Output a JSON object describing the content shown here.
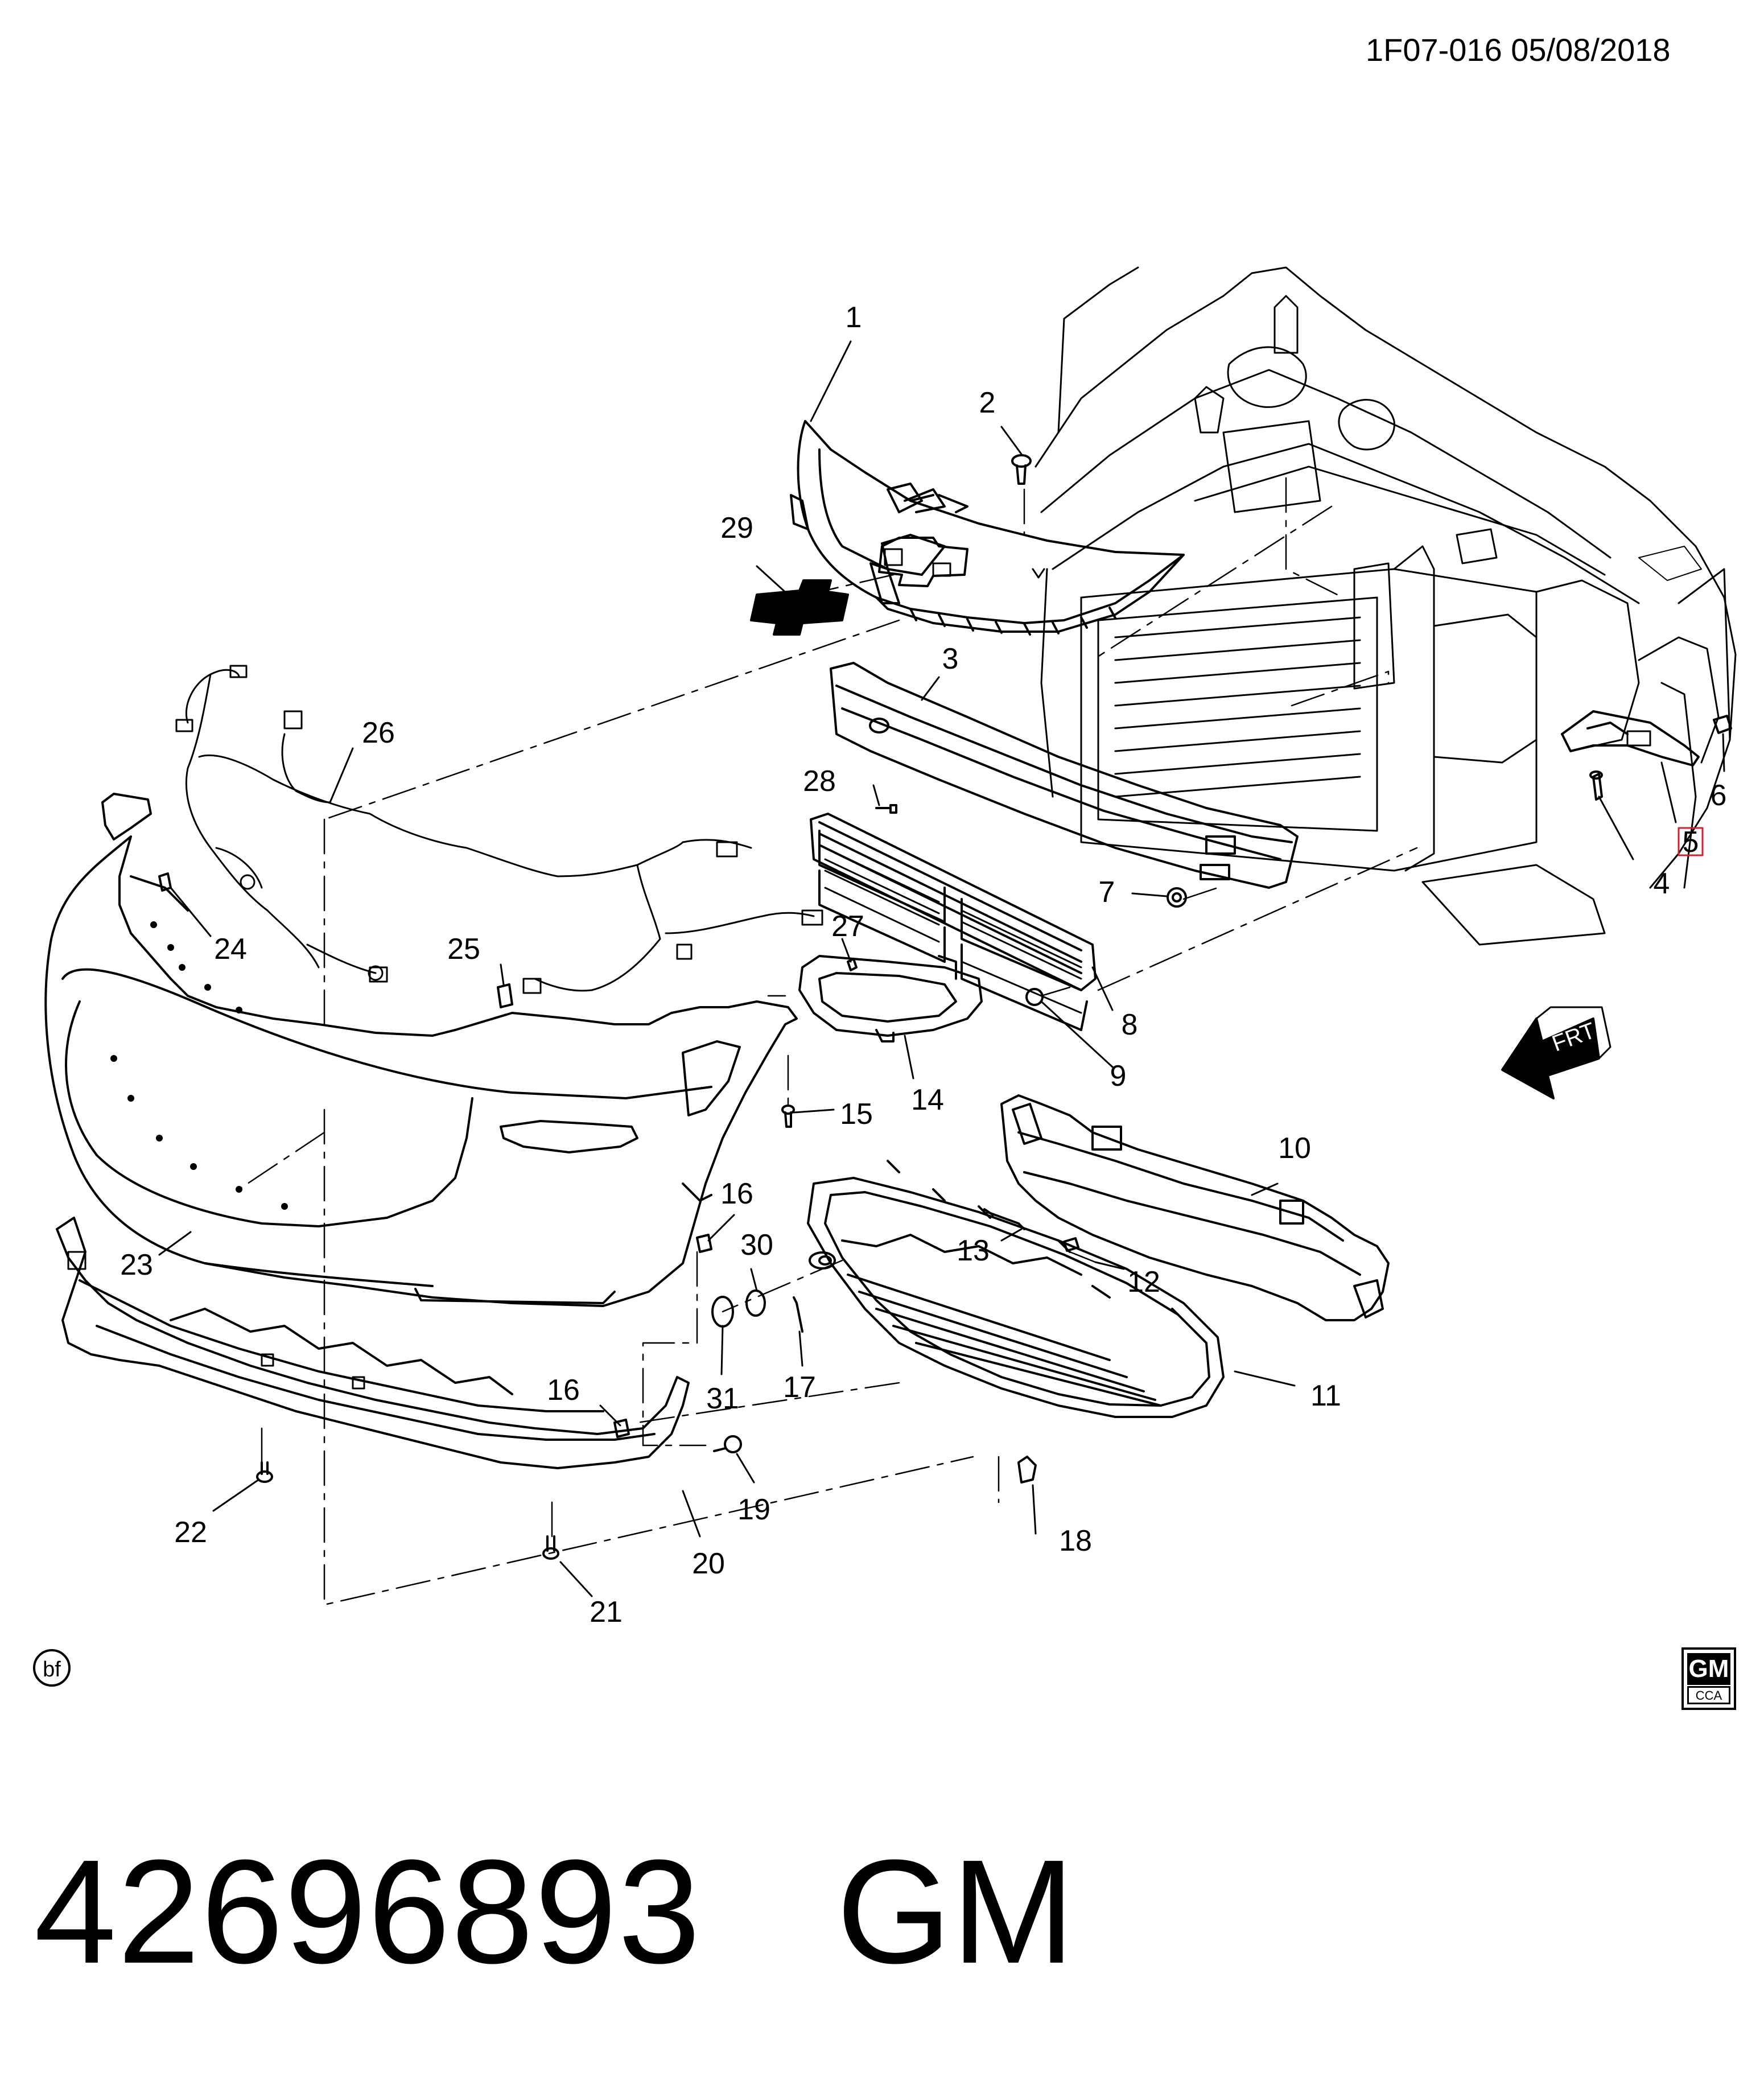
{
  "header": {
    "reference": "1F07-016  05/08/2018"
  },
  "footer": {
    "part_number": "42696893",
    "brand": "GM"
  },
  "badges": {
    "bf": "bf",
    "logo_main": "GM",
    "logo_sub": "CCA",
    "front_arrow": "FRT"
  },
  "callouts": {
    "c1": "1",
    "c2": "2",
    "c3": "3",
    "c4": "4",
    "c5": "5",
    "c6": "6",
    "c7": "7",
    "c8": "8",
    "c9": "9",
    "c10": "10",
    "c11": "11",
    "c12": "12",
    "c13": "13",
    "c14": "14",
    "c15": "15",
    "c16a": "16",
    "c16b": "16",
    "c17": "17",
    "c18": "18",
    "c19": "19",
    "c20": "20",
    "c21": "21",
    "c22": "22",
    "c23": "23",
    "c24": "24",
    "c25": "25",
    "c26": "26",
    "c27": "27",
    "c28": "28",
    "c29": "29",
    "c30": "30",
    "c31": "31"
  },
  "colors": {
    "ink": "#000000",
    "highlight": "#d0202a",
    "paper": "#ffffff"
  }
}
